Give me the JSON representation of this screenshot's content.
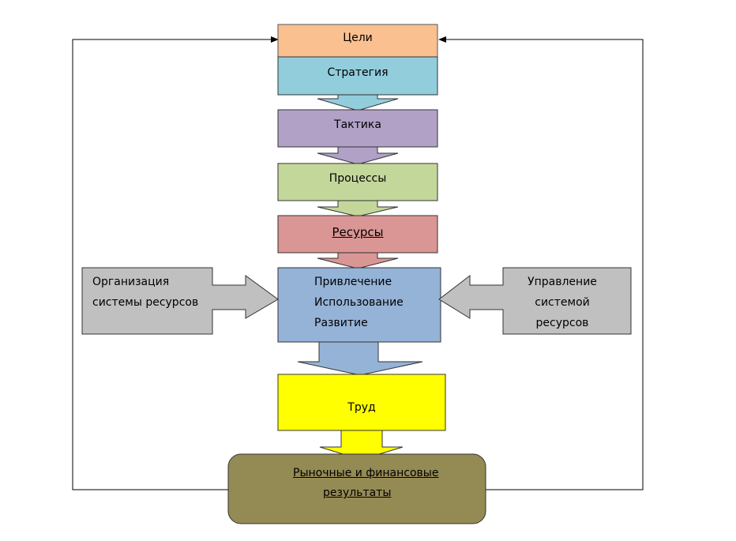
{
  "diagram": {
    "stack": [
      {
        "id": "goals",
        "label": "Цели",
        "color": "#FAC090"
      },
      {
        "id": "strategy",
        "label": "Стратегия",
        "color": "#92CDDC"
      },
      {
        "id": "tactics",
        "label": "Тактика",
        "color": "#B2A1C7"
      },
      {
        "id": "processes",
        "label": "Процессы",
        "color": "#C4D79B"
      },
      {
        "id": "resources",
        "label": "Ресурсы",
        "color": "#DA9694",
        "underlined": true
      }
    ],
    "resource_actions": {
      "color": "#95B3D7",
      "lines": [
        "Привлечение",
        "Использование",
        "Развитие"
      ]
    },
    "left_input": {
      "color": "#C0C0C0",
      "lines": [
        "Организация",
        "системы ресурсов"
      ]
    },
    "right_input": {
      "color": "#C0C0C0",
      "lines": [
        "Управление",
        "системой",
        "ресурсов"
      ]
    },
    "labor": {
      "label": "Труд",
      "color": "#FFFF00"
    },
    "results": {
      "color": "#948A54",
      "lines": [
        "Рыночные и финансовые",
        "результаты"
      ],
      "underlined": true
    },
    "feedback_loops": [
      "left",
      "right"
    ]
  }
}
